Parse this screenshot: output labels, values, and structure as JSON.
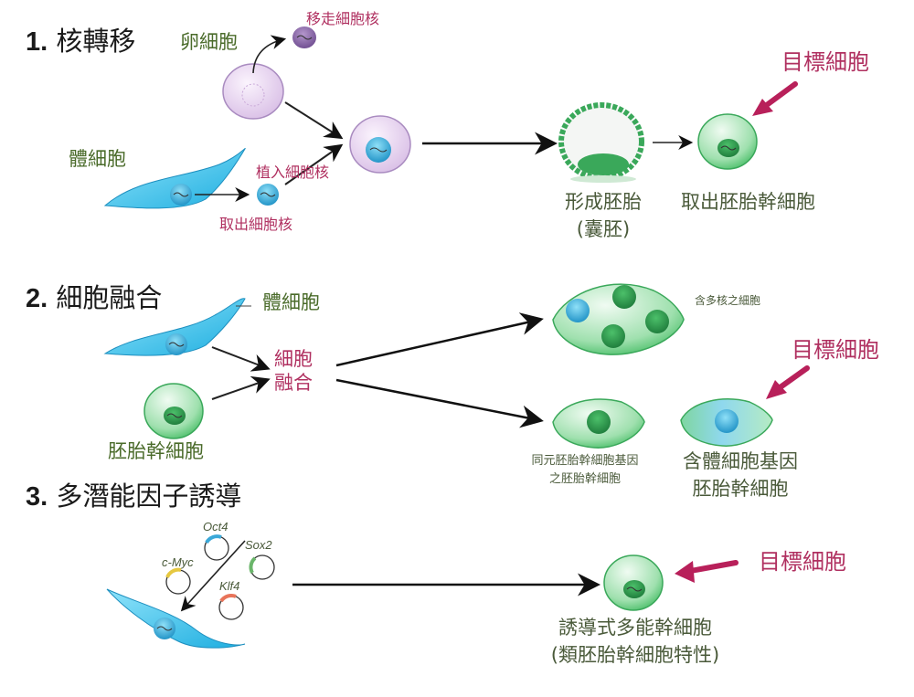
{
  "colors": {
    "heading": "#1a1a1a",
    "label_green": "#4a6b2a",
    "label_red": "#b03060",
    "target_arrow": "#b8205a",
    "egg_cell": "#e6d4ee",
    "somatic_cell": "#3fc0e8",
    "stem_cell": "#6fd08a"
  },
  "section1": {
    "title_num": "1.",
    "title": "核轉移",
    "egg_cell_label": "卵細胞",
    "remove_nucleus_label": "移走細胞核",
    "somatic_cell_label": "體細胞",
    "insert_nucleus_label": "植入細胞核",
    "extract_nucleus_label": "取出細胞核",
    "blastocyst_label_line1": "形成胚胎",
    "blastocyst_label_line2": "(囊胚)",
    "extract_stem_label": "取出胚胎幹細胞",
    "target_label": "目標細胞"
  },
  "section2": {
    "title_num": "2.",
    "title": "細胞融合",
    "somatic_cell_label": "體細胞",
    "fusion_label_line1": "細胞",
    "fusion_label_line2": "融合",
    "es_cell_label": "胚胎幹細胞",
    "multinuc_label": "含多核之細胞",
    "isogenic_label_line1": "同元胚胎幹細胞基因",
    "isogenic_label_line2": "之胚胎幹細胞",
    "somatic_gene_label_line1": "含體細胞基因",
    "somatic_gene_label_line2": "胚胎幹細胞",
    "target_label": "目標細胞"
  },
  "section3": {
    "title_num": "3.",
    "title": "多潛能因子誘導",
    "factors": [
      "Oct4",
      "Sox2",
      "c-Myc",
      "Klf4"
    ],
    "ips_label_line1": "誘導式多能幹細胞",
    "ips_label_line2": "(類胚胎幹細胞特性)",
    "target_label": "目標細胞"
  }
}
